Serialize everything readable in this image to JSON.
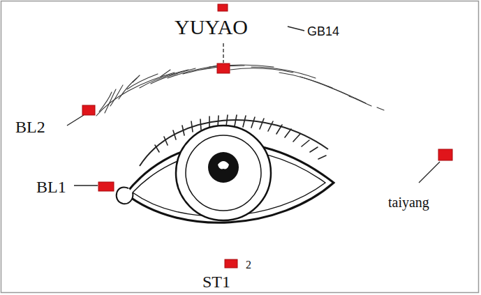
{
  "diagram": {
    "labels": [
      "YUYAO",
      "GB14",
      "BL2",
      "BL1",
      "taiyang",
      "ST1",
      "2"
    ]
  }
}
